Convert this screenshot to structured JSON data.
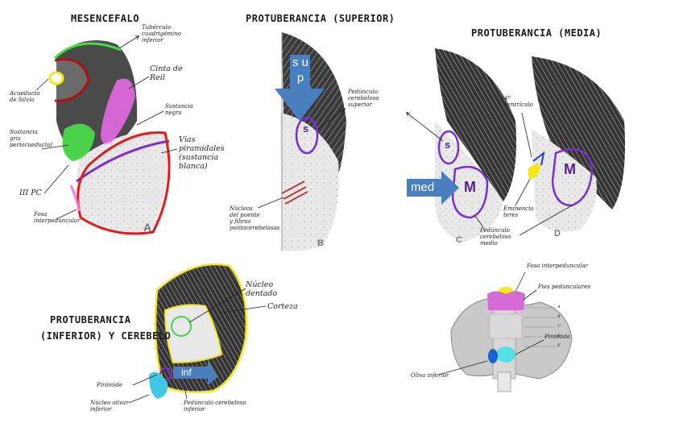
{
  "panels": {
    "mesencefalo": {
      "title": "MESENCEFALO",
      "letter": "A",
      "labels": {
        "tuberculo": "Tubérculo\ncuadrigémino\ninferior",
        "acueducto": "Acueducto\nde Silvio",
        "sustancia_gris": "Sustancia\ngris\nperiacueductal",
        "cinta": "Cinta de\nReil",
        "sustancia_negra": "Sustancia\nnegra",
        "vias": "Vías\npiramidales\n(sustancia\nblanca)",
        "iii_pc": "III PC",
        "fosa": "Fosa\ninterpeduncular"
      }
    },
    "protuberancia_superior": {
      "title": "PROTUBERANCIA (SUPERIOR)",
      "letter": "B",
      "arrow_label": "s u p",
      "region_letter": "s",
      "labels": {
        "pedunculo_sup": "Pedúnculo\ncerebeloso\nsuperior",
        "nucleos": "Núcleos\ndel puente\ny fibras\npontocerebelosas"
      }
    },
    "protuberancia_media": {
      "title": "PROTUBERANCIA (MEDIA)",
      "letters": [
        "C",
        "D"
      ],
      "arrow_label": "med",
      "region_letters": [
        "s",
        "M",
        "M"
      ],
      "labels": {
        "ventriculo": "4º\nventrículo",
        "eminencia": "Eminencia\nteres",
        "pedunculo_medio": "Pedúnculo\ncerebeloso\nmedio"
      }
    },
    "protuberancia_inferior": {
      "title_line1": "PROTUBERANCIA",
      "title_line2": "(INFERIOR) Y CEREBELO",
      "arrow_label": "inf",
      "region_letter": "P",
      "labels": {
        "nucleo_dentado": "Núcleo\ndentado",
        "corteza": "Corteza",
        "piramide": "Pirámide",
        "nucleo_olivar": "Núcleo olivar\ninferior",
        "pedunculo_inf": "Pedúnculo cerebeloso\ninferior"
      }
    },
    "vista_ventral": {
      "labels": {
        "fosa": "Fosa interpeduncular",
        "pies": "Pies pedunculares",
        "piramide": "Pirámide",
        "oliva": "Oliva inferior"
      },
      "level_marks": [
        "A",
        "B",
        "C",
        "D",
        "E"
      ]
    }
  }
}
